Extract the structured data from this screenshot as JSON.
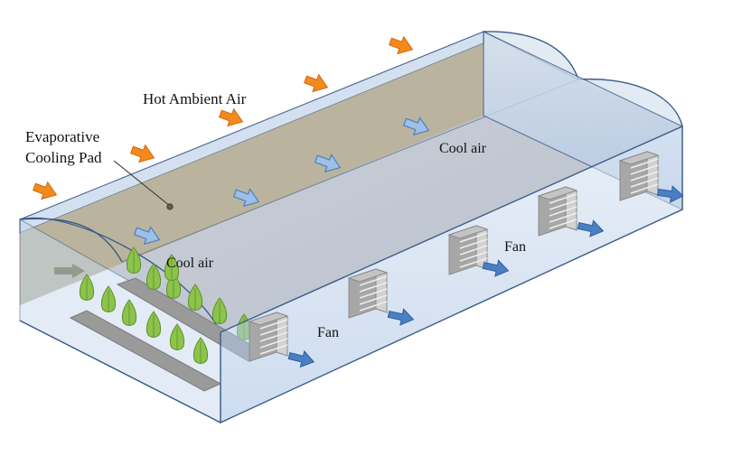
{
  "labels": {
    "hot_air": "Hot Ambient Air",
    "pad_line1": "Evaporative",
    "pad_line2": "Cooling Pad",
    "cool_air_top": "Cool air",
    "cool_air_mid": "Cool air",
    "fan_right": "Fan",
    "fan_bottom": "Fan"
  },
  "colors": {
    "hot_arrow": "#f28a1c",
    "cool_arrow_light": "#9cc0e8",
    "cool_arrow_dark": "#4a7fc4",
    "pad": "#b9b29a",
    "floor": "#c4c9d3",
    "wall_tint": "#a9c2e4",
    "plant": "#8cc34a",
    "fan": "#b5b5b5",
    "edge": "#3c5c86"
  },
  "icons": {
    "hot_arrow": "orange-arrow-icon",
    "cool_arrow": "blue-arrow-icon",
    "fan": "exhaust-fan-icon",
    "plant": "plant-icon"
  }
}
